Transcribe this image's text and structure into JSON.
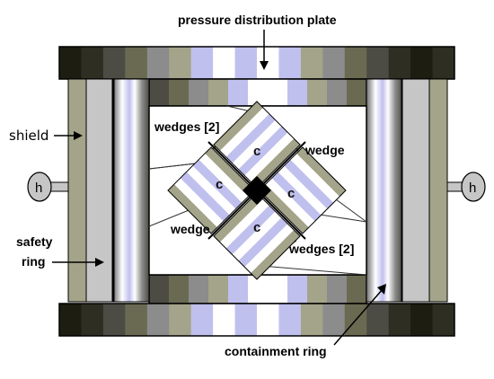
{
  "labels": {
    "pressure_plate": "pressure distribution plate",
    "shield": "shield",
    "safety_ring": [
      "safety",
      "ring"
    ],
    "containment_ring": "containment ring",
    "wedges_upper_left": "wedges [2]",
    "wedge_upper_right": "wedge",
    "wedge_lower_left": "wedge",
    "wedges_lower_right": "wedges [2]",
    "cube_face": "c",
    "handle": "h"
  },
  "colors": {
    "stripes": [
      "#2e2e22",
      "#1d1d12",
      "#4c4c45",
      "#6a6a52",
      "#8c8c8c",
      "#a4a48a",
      "#c0c0ee",
      "#ffffff"
    ],
    "shield_fill": "#a4a48a",
    "safety_ring_fill": "#c6c6c6",
    "stripe_light": "#c0c0ee",
    "cube_olive": "#a4a48a",
    "center": "#000000"
  },
  "icons": {
    "left_handle": "handle-knob-icon",
    "right_handle": "handle-knob-icon"
  }
}
